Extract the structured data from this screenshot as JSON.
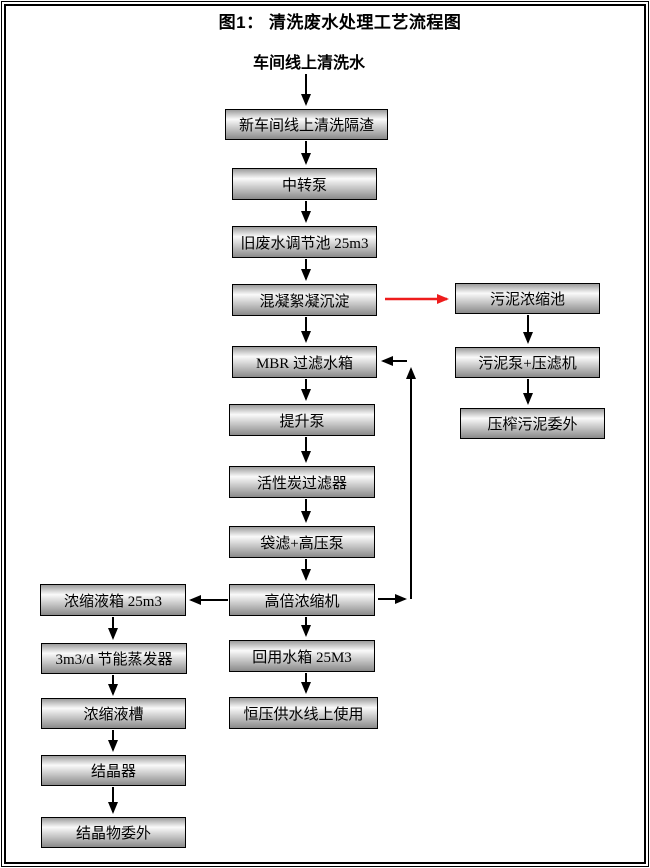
{
  "figure": {
    "title": "图1：  清洗废水处理工艺流程图",
    "source_label": "车间线上清洗水"
  },
  "nodes": {
    "main": [
      "新车间线上清洗隔渣",
      "中转泵",
      "旧废水调节池 25m3",
      "混凝絮凝沉淀",
      "MBR 过滤水箱",
      "提升泵",
      "活性炭过滤器",
      "袋滤+高压泵",
      "高倍浓缩机",
      "回用水箱 25M3",
      "恒压供水线上使用"
    ],
    "sludge_branch": [
      "污泥浓缩池",
      "污泥泵+压滤机",
      "压榨污泥委外"
    ],
    "concentrate_branch": [
      "浓缩液箱 25m3",
      "3m3/d 节能蒸发器",
      "浓缩液槽",
      "结晶器",
      "结晶物委外"
    ]
  },
  "colors": {
    "arrow_black": "#000000",
    "arrow_red": "#ee1c1c",
    "node_border": "#000000",
    "node_gradient_top": "#9c9c9c",
    "node_gradient_light": "#fafafa",
    "node_gradient_bottom": "#8a8a8a"
  }
}
